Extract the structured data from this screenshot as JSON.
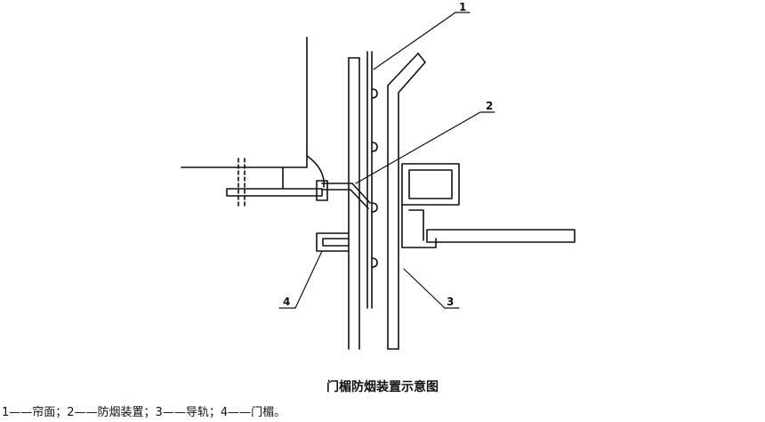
{
  "diagram": {
    "callouts": [
      "1",
      "2",
      "3",
      "4"
    ]
  },
  "caption": {
    "title": "门楣防烟装置示意图",
    "legend": "1——帘面；2——防烟装置；3——导轨；4——门楣。"
  },
  "colors": {
    "line": "#111111",
    "background": "#ffffff"
  }
}
